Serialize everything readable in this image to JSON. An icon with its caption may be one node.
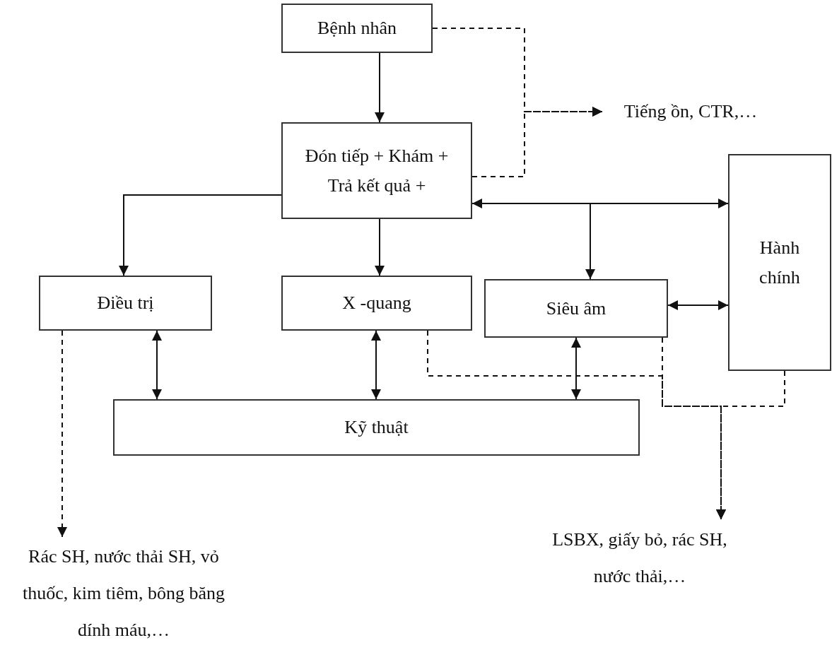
{
  "diagram": {
    "nodes": [
      {
        "text": [
          "Bệnh nhân"
        ]
      },
      {
        "text": [
          "Đón tiếp + Khám + Trả kết quả +"
        ]
      },
      {
        "text": [
          "Hành chính"
        ]
      },
      {
        "text": [
          "Điều trị"
        ]
      },
      {
        "text": [
          "X -quang"
        ]
      },
      {
        "text": [
          "Siêu âm"
        ]
      },
      {
        "text": [
          "Kỹ thuật"
        ]
      },
      {
        "text": [
          "Tiếng ồn, CTR,…"
        ]
      },
      {
        "text": [
          "Rác SH, nước thải SH, vỏ thuốc, kim tiêm, bông băng dính máu,…"
        ]
      },
      {
        "text": [
          "LSBX, giấy bỏ, rác SH, nước thải,…"
        ]
      }
    ],
    "edges": [
      {
        "from": 0,
        "to": 1,
        "arrow": "to"
      },
      {
        "from": 0,
        "to": 7,
        "arrow": "to",
        "style": "dashed"
      },
      {
        "from": 1,
        "to": 7,
        "arrow": "to",
        "style": "dashed"
      },
      {
        "from": 1,
        "to": 3,
        "arrow": "to"
      },
      {
        "from": 1,
        "to": 4,
        "arrow": "to"
      },
      {
        "from": 1,
        "to": 2,
        "arrow": "both"
      },
      {
        "from": 1,
        "to": 5,
        "arrow": "to"
      },
      {
        "from": 5,
        "to": 2,
        "arrow": "both"
      },
      {
        "from": 3,
        "to": 6,
        "arrow": "both"
      },
      {
        "from": 4,
        "to": 6,
        "arrow": "both"
      },
      {
        "from": 5,
        "to": 6,
        "arrow": "both"
      },
      {
        "from": 3,
        "to": 8,
        "arrow": "to",
        "style": "dashed"
      },
      {
        "from": 4,
        "to": 9,
        "arrow": "to",
        "style": "dashed"
      },
      {
        "from": 5,
        "to": 9,
        "arrow": "to",
        "style": "dashed"
      },
      {
        "from": 2,
        "to": 9,
        "arrow": "to",
        "style": "dashed"
      }
    ]
  }
}
